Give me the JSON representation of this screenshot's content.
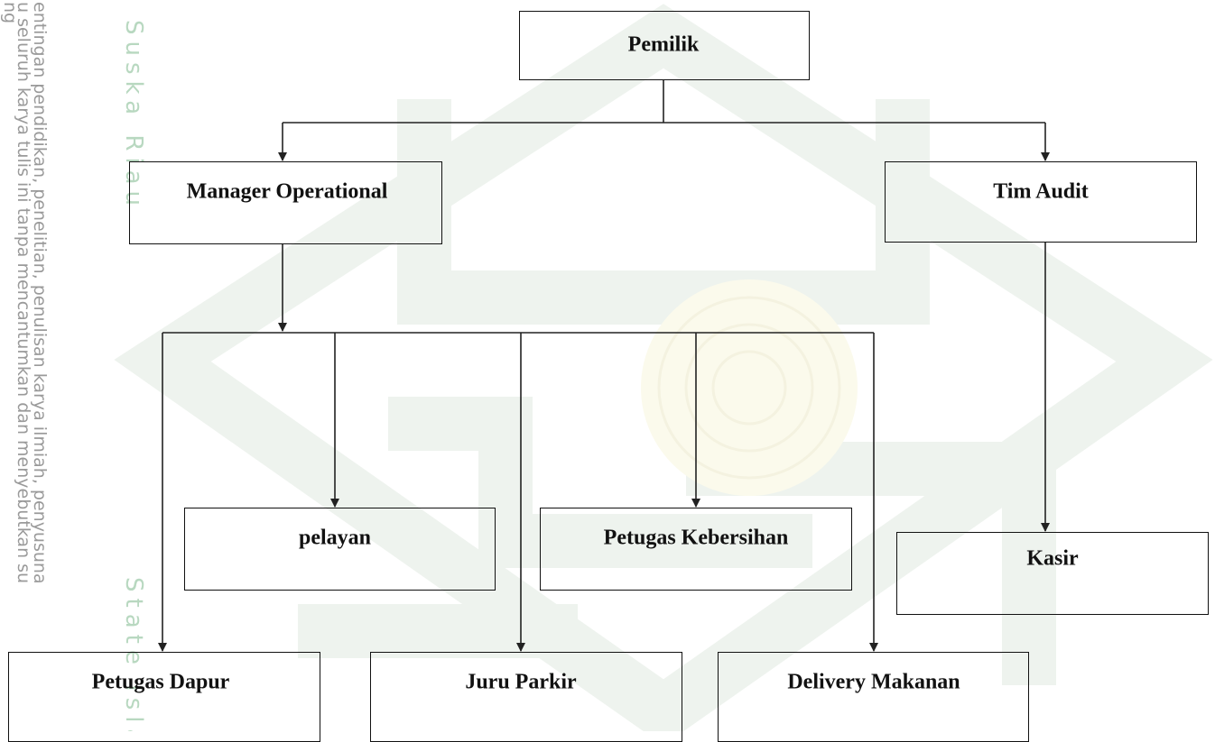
{
  "diagram": {
    "type": "organization-chart",
    "nodes": {
      "pemilik": "Pemilik",
      "manager_operational": "Manager Operational",
      "tim_audit": "Tim Audit",
      "pelayan": "pelayan",
      "petugas_kebersihan": "Petugas Kebersihan",
      "kasir": "Kasir",
      "petugas_dapur": "Petugas Dapur",
      "juru_parkir": "Juru Parkir",
      "delivery_makanan": "Delivery Makanan"
    },
    "edges": [
      {
        "from": "Pemilik",
        "to": "Manager Operational"
      },
      {
        "from": "Pemilik",
        "to": "Tim Audit"
      },
      {
        "from": "Tim Audit",
        "to": "Kasir"
      },
      {
        "from": "Manager Operational",
        "to": "Petugas Dapur"
      },
      {
        "from": "Manager Operational",
        "to": "pelayan"
      },
      {
        "from": "Manager Operational",
        "to": "Juru Parkir"
      },
      {
        "from": "Manager Operational",
        "to": "Petugas Kebersihan"
      },
      {
        "from": "Manager Operational",
        "to": "Delivery Makanan"
      }
    ]
  },
  "watermark": {
    "left_margin_lines": [
      "ng",
      "u seluruh karya tulis ini tanpa mencantumkan dan menyebutkan su",
      "entingan pendidikan, penelitian, penulisan karya ilmiah, penyusuna"
    ],
    "vertical_text_top": "Suska Riau",
    "vertical_text_bottom": "State Islam",
    "color": "#b8d8c0"
  }
}
